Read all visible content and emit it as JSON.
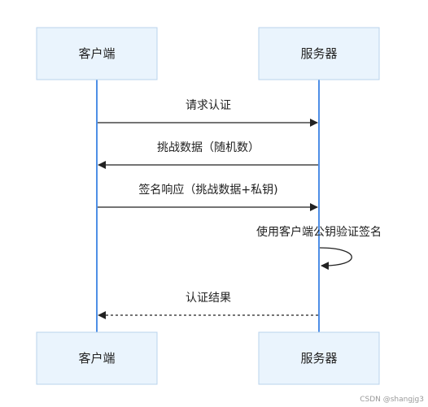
{
  "participants": {
    "client": "客户端",
    "server": "服务器"
  },
  "messages": [
    {
      "label": "请求认证",
      "from": "client",
      "to": "server",
      "style": "solid"
    },
    {
      "label": "挑战数据（随机数）",
      "from": "server",
      "to": "client",
      "style": "solid"
    },
    {
      "label": "签名响应（挑战数据+私钥)",
      "from": "client",
      "to": "server",
      "style": "solid"
    },
    {
      "label": "使用客户端公钥验证签名",
      "from": "server",
      "to": "server",
      "style": "self"
    },
    {
      "label": "认证结果",
      "from": "server",
      "to": "client",
      "style": "dashed"
    }
  ],
  "colors": {
    "box_fill": "#eaf4fd",
    "box_border": "#b9d3ec",
    "lifeline": "#4f8fe6",
    "arrow": "#222222"
  },
  "watermark": "CSDN @shangjg3"
}
